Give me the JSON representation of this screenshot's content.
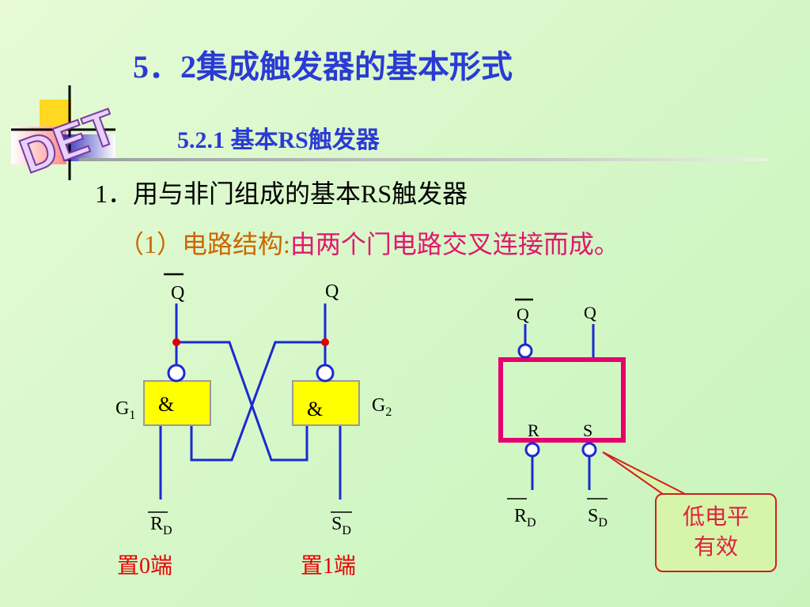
{
  "slide": {
    "title": "5．2集成触发器的基本形式",
    "subtitle": "5.2.1 基本RS触发器",
    "section": "1．用与非门组成的基本RS触发器",
    "subsection_label": "（1）电路结构:",
    "subsection_desc": "由两个门电路交叉连接而成。",
    "logo_text": "DET"
  },
  "circuit_left": {
    "out_qbar": "Q",
    "out_q": "Q",
    "gate_symbol_1": "&",
    "gate_symbol_2": "&",
    "gate1_label": "G",
    "gate1_sub": "1",
    "gate2_label": "G",
    "gate2_sub": "2",
    "input_r": "R",
    "input_r_sub": "D",
    "input_s": "S",
    "input_s_sub": "D",
    "tag_reset": "置0端",
    "tag_set": "置1端"
  },
  "circuit_right": {
    "out_qbar": "Q",
    "out_q": "Q",
    "pin_r": "R",
    "pin_s": "S",
    "input_r": "R",
    "input_r_sub": "D",
    "input_s": "S",
    "input_s_sub": "D"
  },
  "callout": {
    "line1": "低电平",
    "line2": "有效"
  },
  "colors": {
    "title": "#2a3bd4",
    "wire": "#1a2ad0",
    "gate_fill": "#ffff00",
    "box_border": "#e6006e",
    "tag": "#e80000",
    "callout_bg": "#d7f5a8"
  }
}
